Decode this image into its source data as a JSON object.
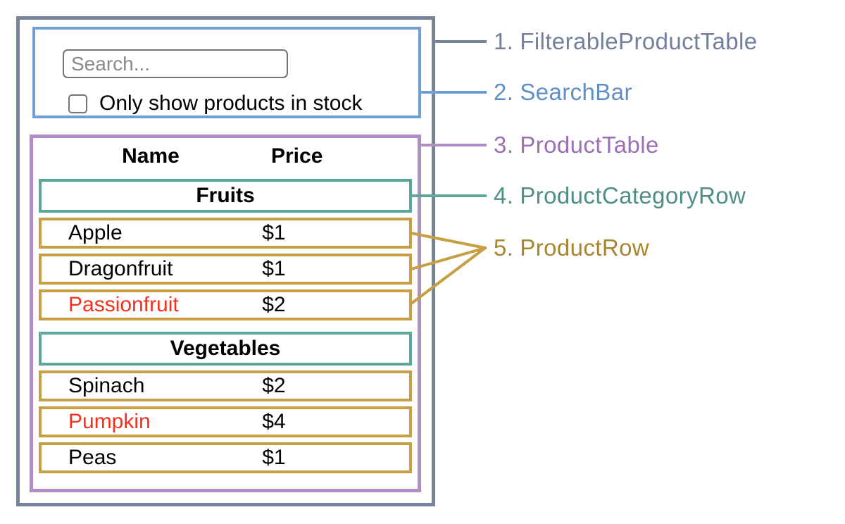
{
  "colors": {
    "outer_border": "#76839b",
    "searchbar_border": "#6f9ed3",
    "producttable_border": "#b18cc6",
    "category_border": "#5ba79a",
    "row_border": "#c59f42",
    "out_of_stock_text": "#f5301e",
    "placeholder_text": "#8a8a8a"
  },
  "search_bar": {
    "placeholder": "Search...",
    "checkbox_label": "Only show products in stock",
    "checkbox_checked": false
  },
  "table": {
    "headers": {
      "name": "Name",
      "price": "Price"
    },
    "groups": [
      {
        "category": "Fruits",
        "rows": [
          {
            "name": "Apple",
            "price": "$1",
            "out_of_stock": false
          },
          {
            "name": "Dragonfruit",
            "price": "$1",
            "out_of_stock": false
          },
          {
            "name": "Passionfruit",
            "price": "$2",
            "out_of_stock": true
          }
        ]
      },
      {
        "category": "Vegetables",
        "rows": [
          {
            "name": "Spinach",
            "price": "$2",
            "out_of_stock": false
          },
          {
            "name": "Pumpkin",
            "price": "$4",
            "out_of_stock": true
          },
          {
            "name": "Peas",
            "price": "$1",
            "out_of_stock": false
          }
        ]
      }
    ]
  },
  "legend": [
    {
      "num": "1.",
      "name": "FilterableProductTable",
      "color": "#72809d"
    },
    {
      "num": "2.",
      "name": "SearchBar",
      "color": "#5f8fc7"
    },
    {
      "num": "3.",
      "name": "ProductTable",
      "color": "#9a6fb5"
    },
    {
      "num": "4.",
      "name": "ProductCategoryRow",
      "color": "#4f8f84"
    },
    {
      "num": "5.",
      "name": "ProductRow",
      "color": "#a8862f"
    }
  ]
}
